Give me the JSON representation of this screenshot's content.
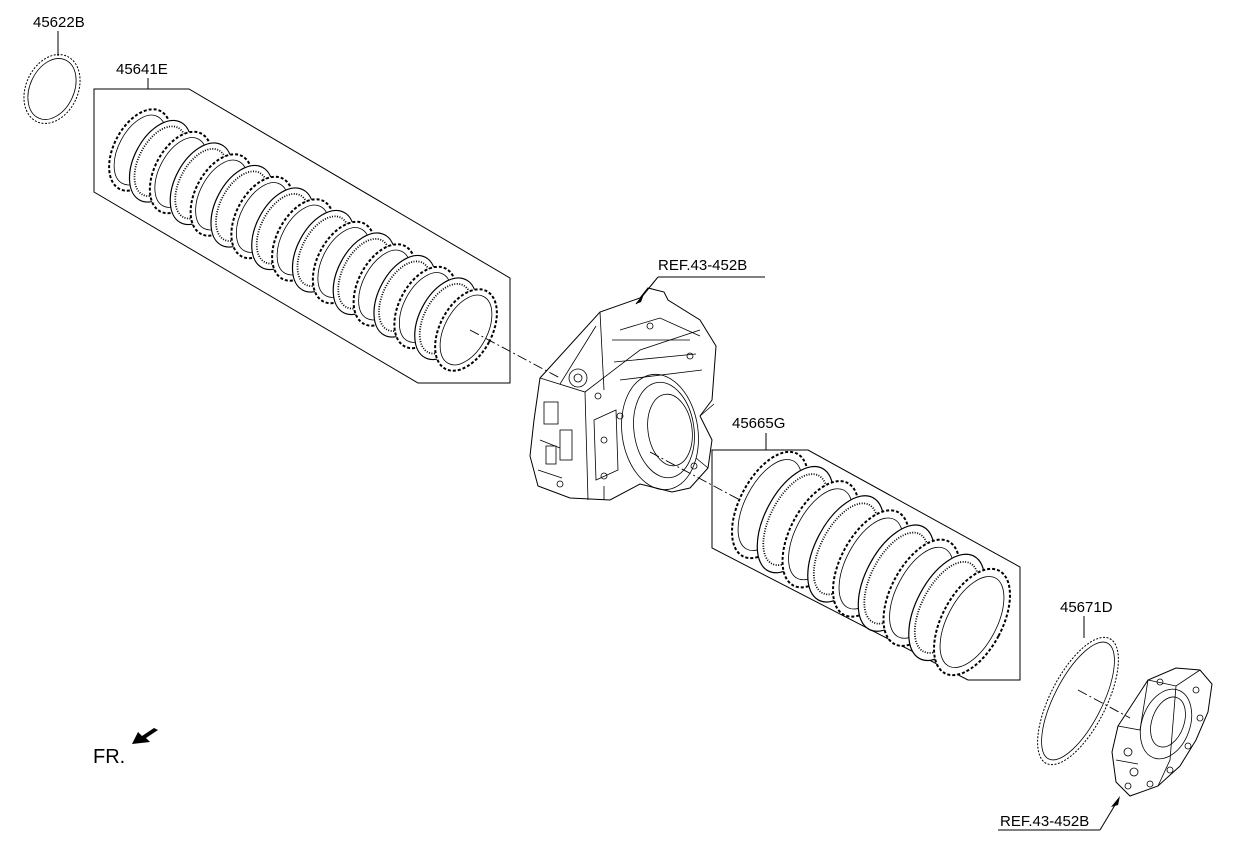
{
  "labels": {
    "part_45622b": "45622B",
    "part_45641e": "45641E",
    "part_45665g": "45665G",
    "part_45671d": "45671D",
    "ref_case": "REF.43-452B",
    "ref_cover": "REF.43-452B",
    "front_indicator": "FR."
  },
  "icons": {
    "front_arrow": "arrow-down-left-icon"
  },
  "colors": {
    "line": "#000000",
    "background": "#ffffff"
  }
}
